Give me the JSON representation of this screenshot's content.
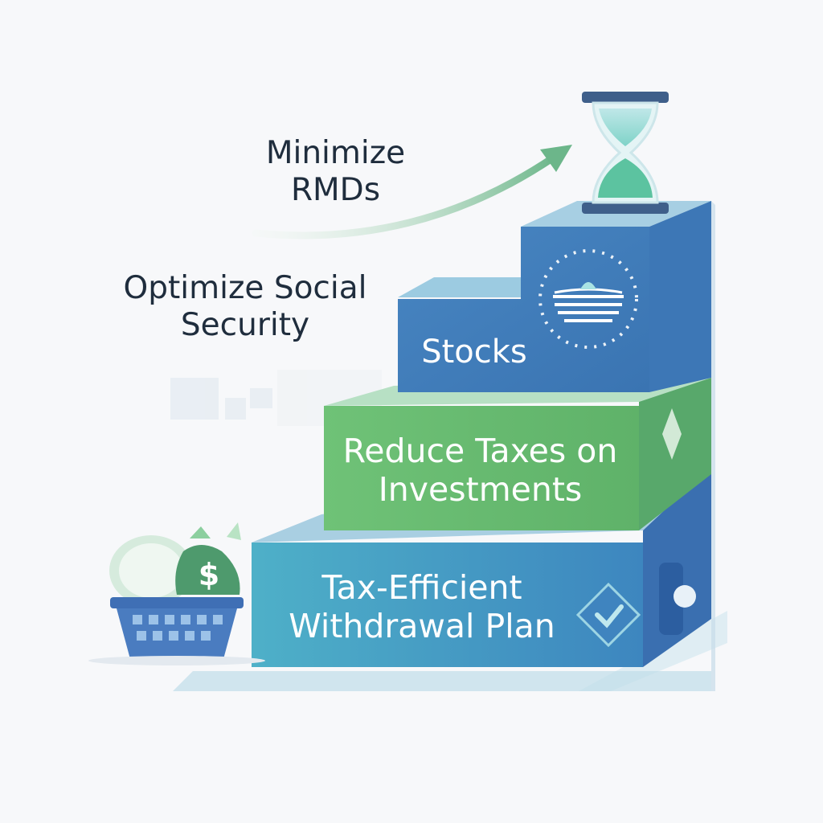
{
  "steps": [
    {
      "label": "Tax-Efficient Withdrawal Plan",
      "color": "#4ea3c2"
    },
    {
      "label": "Reduce Taxes on Investments",
      "color": "#6cbf6a"
    },
    {
      "label": "Stocks",
      "color": "#3f7fbe"
    }
  ],
  "annotations": {
    "optimize": "Optimize Social Security",
    "minimize": "Minimize RMDs"
  },
  "icons": {
    "top": "hourglass-icon",
    "stocks": "wave-emblem-icon",
    "money": "dollar-bag-icon",
    "basket": "basket-icon"
  },
  "colors": {
    "text_dark": "#1f2d3d",
    "arrow": "#7bbf8d",
    "background": "#f7f8fa"
  }
}
